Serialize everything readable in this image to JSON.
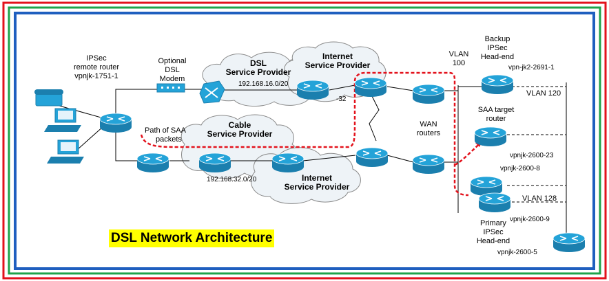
{
  "caption": "DSL Network Architecture",
  "colors": {
    "frame_red": "#e3121c",
    "frame_green": "#1fa34a",
    "frame_blue": "#1f5fbf",
    "router_fill": "#24a3d8",
    "cloud_fill": "#eef3f7",
    "saa_path": "#e3121c"
  },
  "labels": {
    "ipsec_remote": [
      "IPSec",
      "remote router",
      "vpnjk-1751-1"
    ],
    "optional_dsl": [
      "Optional",
      "DSL",
      "Modem"
    ],
    "dsl_sp": [
      "DSL",
      "Service Provider"
    ],
    "internet_sp_top": [
      "Internet",
      "Service Provider"
    ],
    "net_192_16": "192.168.16.0/20",
    "minus_32": "-32",
    "path_saa": [
      "Path of SAA",
      "packets"
    ],
    "cable_sp": [
      "Cable",
      "Service Provider"
    ],
    "net_192_32": "192.168.32.0/20",
    "internet_sp_bottom": [
      "Internet",
      "Service Provider"
    ],
    "wan_routers": [
      "WAN",
      "routers"
    ],
    "vlan100": [
      "VLAN",
      "100"
    ],
    "backup_headend": [
      "Backup",
      "IPSec",
      "Head-end"
    ],
    "vpn_jk2": "vpn-jk2-2691-1",
    "vlan120": "VLAN 120",
    "saa_target": [
      "SAA target",
      "router"
    ],
    "vpnjk_2600_23": "vpnjk-2600-23",
    "vpnjk_2600_8": "vpnjk-2600-8",
    "vlan128": "VLAN 128",
    "vpnjk_2600_9": "vpnjk-2600-9",
    "primary_headend": [
      "Primary",
      "IPSec",
      "Head-end"
    ],
    "vpnjk_2600_5": "vpnjk-2600-5"
  }
}
